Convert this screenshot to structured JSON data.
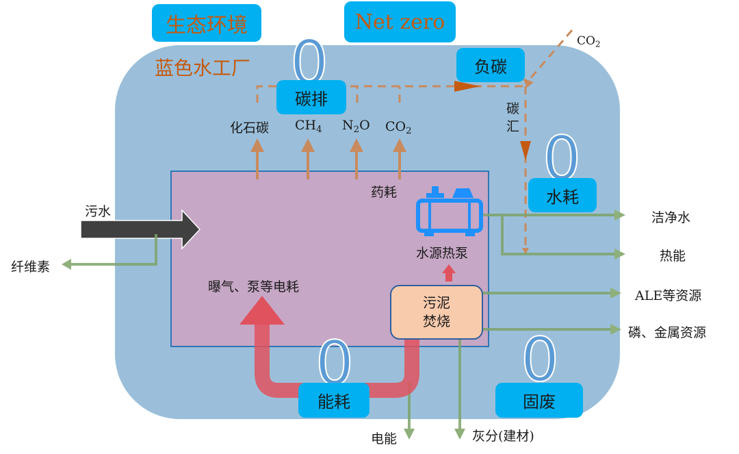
{
  "header": {
    "ecology_label": "生态环境",
    "net_zero_label": "Net zero"
  },
  "plant": {
    "title": "蓝色水工厂"
  },
  "zero_badges": {
    "carbon_emission": "0",
    "water_consumption": "0",
    "energy_consumption": "0",
    "solid_waste": "0"
  },
  "tags": {
    "carbon_emission": "碳排",
    "negative_carbon": "负碳",
    "water_consumption": "水耗",
    "energy_consumption": "能耗",
    "solid_waste": "固废"
  },
  "emissions": {
    "fossil_carbon": "化石碳",
    "ch4_base": "CH",
    "ch4_sub": "4",
    "n2o_n": "N",
    "n2o_sub": "2",
    "n2o_o": "O",
    "co2_base": "CO",
    "co2_sub": "2"
  },
  "carbon_sink": {
    "co2_base": "CO",
    "co2_sub": "2",
    "label_line1": "碳",
    "label_line2": "汇"
  },
  "process": {
    "chemical_consumption": "药耗",
    "heat_pump": "水源热泵",
    "aeration": "曝气、泵等电耗",
    "sludge_line1": "污泥",
    "sludge_line2": "焚烧"
  },
  "inputs": {
    "sewage": "污水"
  },
  "outputs": {
    "cellulose": "纤维素",
    "clean_water": "洁净水",
    "heat_energy": "热能",
    "ale_resources": "ALE等资源",
    "phosphorus_metal": "磷、金属资源",
    "electricity": "电能",
    "ash": "灰分(建材)"
  },
  "colors": {
    "plant_bg": "#9bbfda",
    "inner_bg": "#c6a7c5",
    "tag_bg": "#00b0f0",
    "carbon_dash": "#c98a5e",
    "carbon_arrow": "#c55a11",
    "output_green": "#7ea36b",
    "energy_red": "#e0525e",
    "heat_pump_blue": "#1e90ff"
  }
}
